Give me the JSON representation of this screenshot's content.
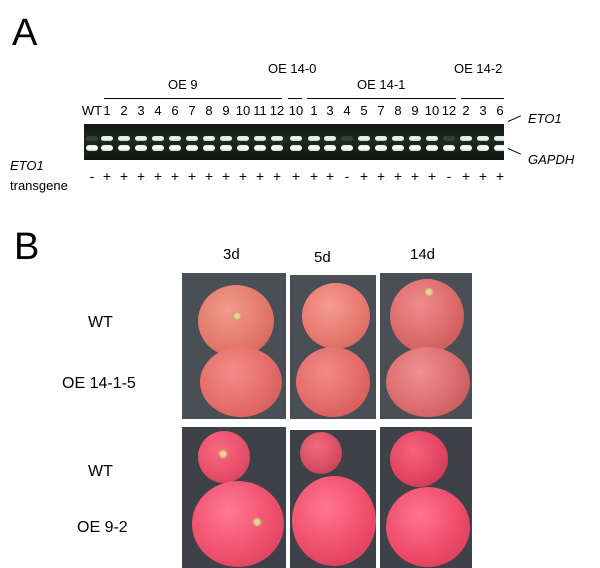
{
  "panel_a": {
    "letter": "A",
    "groups": {
      "oe9": "OE 9",
      "oe14_0": "OE 14-0",
      "oe14_1": "OE 14-1",
      "oe14_2": "OE 14-2"
    },
    "lanes": [
      "WT",
      "1",
      "2",
      "3",
      "4",
      "6",
      "7",
      "8",
      "9",
      "10",
      "11",
      "12",
      "10",
      "1",
      "3",
      "4",
      "5",
      "7",
      "8",
      "9",
      "10",
      "12",
      "2",
      "3",
      "6"
    ],
    "band_labels": {
      "upper": "ETO1",
      "lower": "GAPDH"
    },
    "row_label": {
      "gene": "ETO1",
      "suffix": "transgene"
    },
    "transgene": [
      "-",
      "+",
      "+",
      "+",
      "+",
      "+",
      "+",
      "+",
      "+",
      "+",
      "+",
      "+",
      "+",
      "+",
      "+",
      "-",
      "+",
      "+",
      "+",
      "+",
      "+",
      "-",
      "+",
      "+",
      "+"
    ],
    "eto_band_intensity": [
      0,
      1,
      1,
      1,
      1,
      1,
      1,
      1,
      1,
      1,
      1,
      1,
      1,
      1,
      1,
      0,
      1,
      1,
      1,
      1,
      1,
      0,
      1,
      1,
      1
    ]
  },
  "panel_b": {
    "letter": "B",
    "days": [
      "3d",
      "5d",
      "14d"
    ],
    "row_labels": [
      "WT",
      "OE 14-1-5",
      "WT",
      "OE 9-2"
    ],
    "colors": {
      "background": "#4a4e55",
      "tomato": "#e8716f"
    }
  }
}
